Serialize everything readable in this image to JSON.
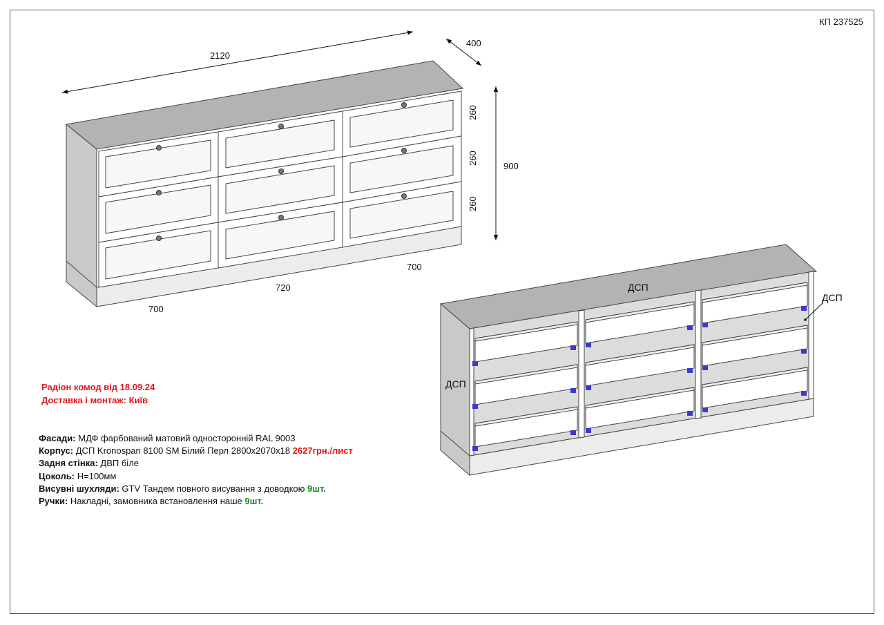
{
  "document_code": "КП 237525",
  "front_view": {
    "dimensions": {
      "width": "2120",
      "depth": "400",
      "height": "900",
      "drawer_heights": [
        "260",
        "260",
        "260"
      ],
      "column_widths": [
        "700",
        "720",
        "700"
      ]
    }
  },
  "carcass_view": {
    "labels": {
      "top": "ДСП",
      "side": "ДСП",
      "right": "ДСП"
    }
  },
  "order": {
    "line1": "Радіон комод від 18.09.24",
    "line2": "Доставка і монтаж: Київ"
  },
  "specs": [
    {
      "key": "Фасади:",
      "value": " МДФ фарбований матовий односторонній RAL 9003",
      "extra": "",
      "extra_color": ""
    },
    {
      "key": "Корпус:",
      "value": " ДСП Kronospan 8100 SM Білий Перл 2800x2070x18 ",
      "extra": "2627грн./лист",
      "extra_color": "red"
    },
    {
      "key": "Задня стінка:",
      "value": "  ДВП біле",
      "extra": "",
      "extra_color": ""
    },
    {
      "key": "Цоколь:",
      "value": " H=100мм",
      "extra": "",
      "extra_color": ""
    },
    {
      "key": "Висувні шухляди:",
      "value": " GTV Тандем повного висування з доводкою ",
      "extra": "9шт.",
      "extra_color": "green"
    },
    {
      "key": "Ручки:",
      "value": " Накладні, замовника встановлення наше ",
      "extra": "9шт.",
      "extra_color": "green"
    }
  ],
  "colors": {
    "face": "#ffffff",
    "top": "#b3b3b3",
    "side": "#c9c9c9",
    "plinth": "#ececec",
    "runner": "#3b3bc9",
    "line": "#444444"
  }
}
